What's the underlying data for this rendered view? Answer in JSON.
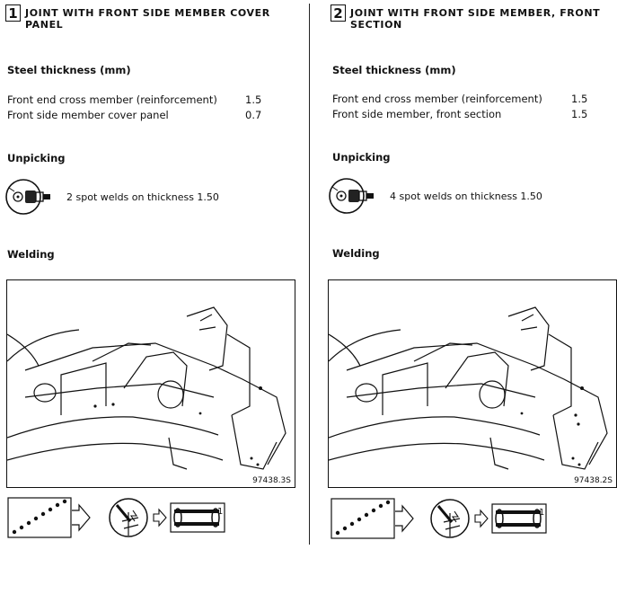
{
  "sections": [
    {
      "number": "1",
      "title": "JOINT WITH FRONT SIDE MEMBER COVER PANEL",
      "steel_heading": "Steel thickness (mm)",
      "parts": [
        {
          "name": "Front end cross member (reinforcement)",
          "thickness": "1.5"
        },
        {
          "name": "Front side member cover panel",
          "thickness": "0.7"
        }
      ],
      "unpicking_heading": "Unpicking",
      "unpicking_text": "2 spot welds on thickness 1.50",
      "welding_heading": "Welding",
      "figure_number": "97438.3S",
      "tool_icon": "spot-weld-drill-icon",
      "symbol_icons": [
        "spot-weld-series-icon",
        "arrow-right-icon",
        "mig-plug-weld-icon",
        "arrow-right-icon",
        "plug-weld-section-icon"
      ]
    },
    {
      "number": "2",
      "title": "JOINT WITH FRONT SIDE MEMBER, FRONT SECTION",
      "steel_heading": "Steel thickness (mm)",
      "parts": [
        {
          "name": "Front end cross member (reinforcement)",
          "thickness": "1.5"
        },
        {
          "name": "Front side member, front section",
          "thickness": "1.5"
        }
      ],
      "unpicking_heading": "Unpicking",
      "unpicking_text": "4 spot welds on thickness 1.50",
      "welding_heading": "Welding",
      "figure_number": "97438.2S",
      "tool_icon": "spot-weld-drill-icon",
      "symbol_icons": [
        "spot-weld-series-icon",
        "arrow-right-icon",
        "mig-plug-weld-icon",
        "arrow-right-icon",
        "plug-weld-section-icon"
      ]
    }
  ],
  "colors": {
    "ink": "#111111",
    "paper": "#ffffff"
  }
}
